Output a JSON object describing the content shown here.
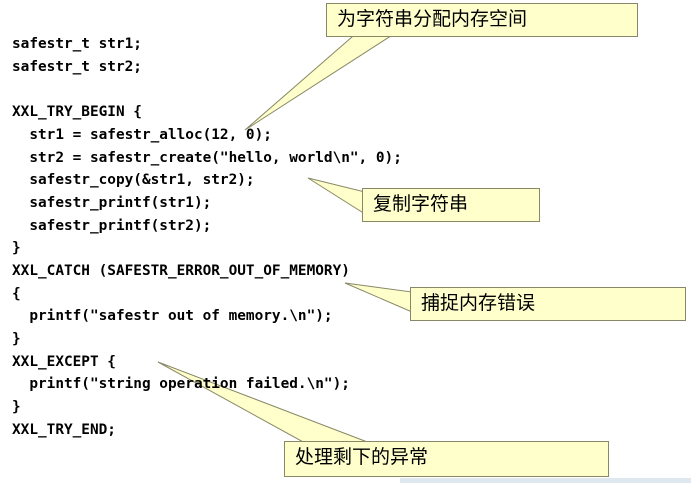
{
  "code": [
    "safestr_t str1;",
    "safestr_t str2;",
    "",
    "XXL_TRY_BEGIN {",
    "  str1 = safestr_alloc(12, 0);",
    "  str2 = safestr_create(\"hello, world\\n\", 0);",
    "  safestr_copy(&str1, str2);",
    "  safestr_printf(str1);",
    "  safestr_printf(str2);",
    "}",
    "XXL_CATCH (SAFESTR_ERROR_OUT_OF_MEMORY)",
    "{",
    "  printf(\"safestr out of memory.\\n\");",
    "}",
    "XXL_EXCEPT {",
    "  printf(\"string operation failed.\\n\");",
    "}",
    "XXL_TRY_END;"
  ],
  "callouts": {
    "alloc": "为字符串分配内存空间",
    "copy": "复制字符串",
    "catch": "捕捉内存错误",
    "except": "处理剩下的异常"
  },
  "colors": {
    "callout_fill": "#ffffcc",
    "callout_border": "#888866",
    "code_text": "#000000"
  }
}
